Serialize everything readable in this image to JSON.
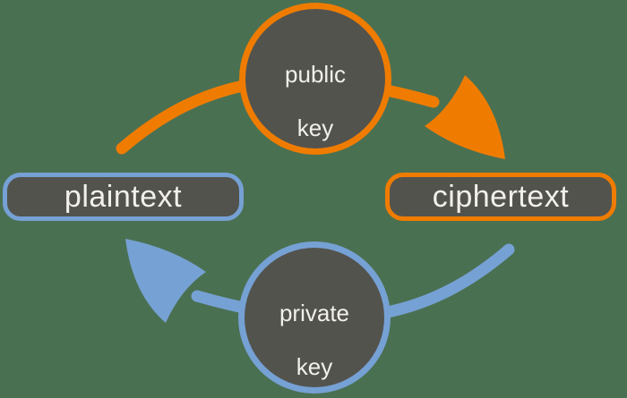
{
  "colors": {
    "background": "#4a7052",
    "orange": "#ef7c00",
    "blue": "#76a1d4",
    "node_fill": "#53534e",
    "text": "#f2f0ea"
  },
  "nodes": {
    "plaintext": {
      "label": "plaintext"
    },
    "ciphertext": {
      "label": "ciphertext"
    },
    "public_key": {
      "line1": "public",
      "line2": "key",
      "icon": "key-icon"
    },
    "private_key": {
      "line1": "private",
      "line2": "key",
      "icon": "key-icon"
    }
  },
  "arrows": {
    "encrypt": {
      "from": "plaintext",
      "via": "public key",
      "to": "ciphertext",
      "color": "#ef7c00"
    },
    "decrypt": {
      "from": "ciphertext",
      "via": "private key",
      "to": "plaintext",
      "color": "#76a1d4"
    }
  }
}
